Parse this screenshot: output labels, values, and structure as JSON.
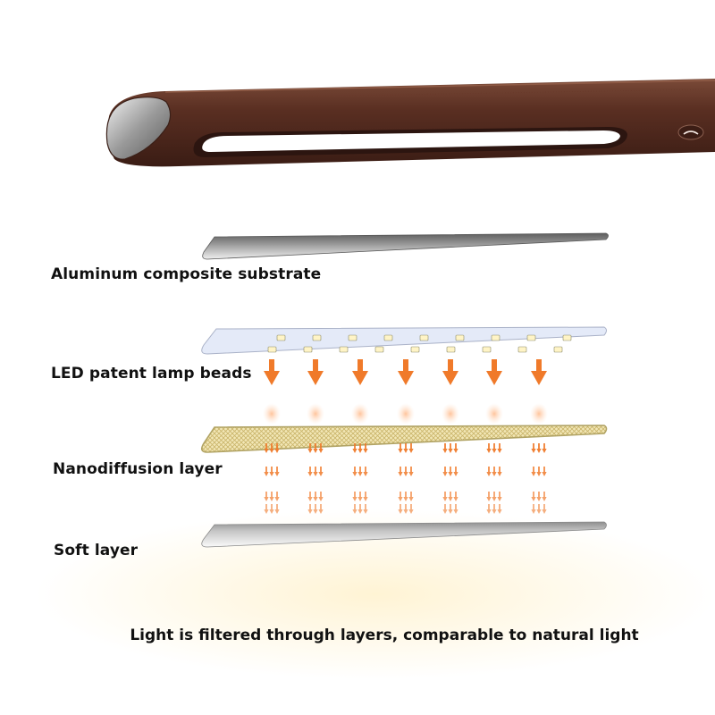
{
  "layers": [
    {
      "id": "aluminum",
      "label": "Aluminum composite substrate"
    },
    {
      "id": "led",
      "label": "LED patent lamp beads"
    },
    {
      "id": "nano",
      "label": "Nanodiffusion layer"
    },
    {
      "id": "soft",
      "label": "Soft layer"
    }
  ],
  "caption": "Light is filtered through layers, comparable to natural light",
  "colors": {
    "lamp_body": "#5a2f22",
    "substrate": "#6f6f6f",
    "led_board": "#e4eaf8",
    "arrow": "#f07a2a",
    "nano_layer": "#cfc58a",
    "soft_layer": "#a9a9a9",
    "glow": "#fff6dc"
  },
  "icons": [
    "lamp-head-image",
    "down-arrow-icon"
  ]
}
